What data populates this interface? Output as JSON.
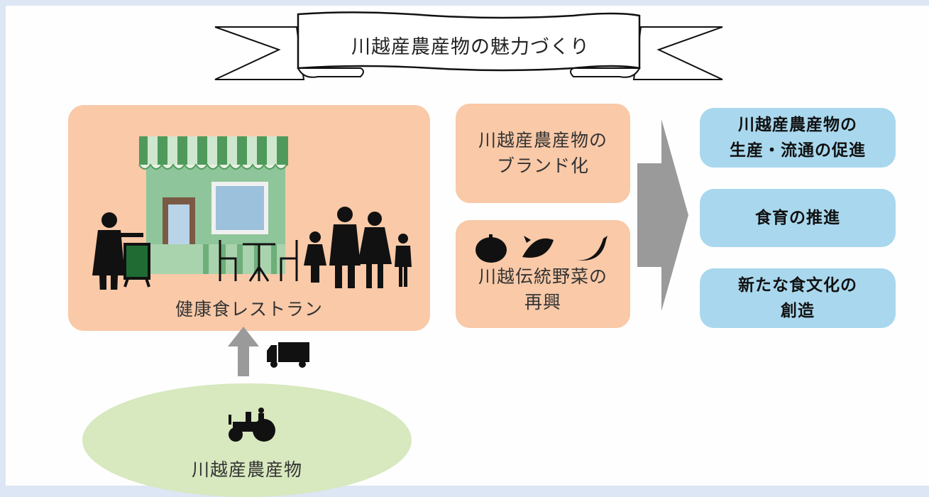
{
  "title": "川越産農産物の魅力づくり",
  "restaurant": {
    "label": "健康食レストラン"
  },
  "middle": {
    "brand": {
      "line1": "川越産農産物の",
      "line2": "ブランド化"
    },
    "vegetables": {
      "line1": "川越伝統野菜の",
      "line2": "再興"
    }
  },
  "outcomes": [
    {
      "line1": "川越産農産物の",
      "line2": "生産・流通の促進"
    },
    {
      "line1": "食育の推進",
      "line2": ""
    },
    {
      "line1": "新たな食文化の",
      "line2": "創造"
    }
  ],
  "source": {
    "label": "川越産農産物"
  },
  "icons": [
    "storefront-icon",
    "waiter-icon",
    "family-icon",
    "cafe-table-icon",
    "vegetables-icon",
    "truck-icon",
    "tractor-icon",
    "up-arrow-icon",
    "right-arrow-icon"
  ],
  "colors": {
    "peach": "#f9c9a8",
    "blue": "#a9d8ee",
    "green": "#d8e8bf",
    "arrow": "#9a9a9a",
    "background": "#dce6f4"
  }
}
